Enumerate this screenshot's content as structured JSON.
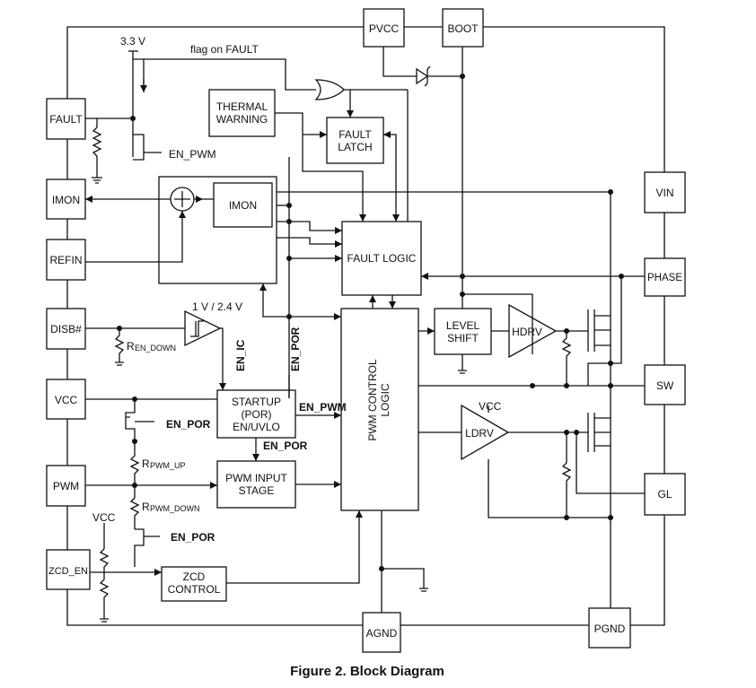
{
  "caption": "Figure 2. Block Diagram",
  "pins": {
    "pvcc": "PVCC",
    "boot": "BOOT",
    "fault": "FAULT",
    "imon": "IMON",
    "refin": "REFIN",
    "disb": "DISB#",
    "vcc": "VCC",
    "pwm": "PWM",
    "zcd_en": "ZCD_EN",
    "agnd": "AGND",
    "pgnd": "PGND",
    "vin": "VIN",
    "phase": "PHASE",
    "sw": "SW",
    "gl": "GL"
  },
  "blocks": {
    "thermal_line1": "THERMAL",
    "thermal_line2": "WARNING",
    "fault_latch_line1": "FAULT",
    "fault_latch_line2": "LATCH",
    "imon_amp": "IMON",
    "fault_logic": "FAULT LOGIC",
    "pwm_control_line1": "PWM CONTROL",
    "pwm_control_line2": "LOGIC",
    "level_shift_line1": "LEVEL",
    "level_shift_line2": "SHIFT",
    "hdrv": "HDRV",
    "ldrv": "LDRV",
    "startup_line1": "STARTUP",
    "startup_line2": "(POR)",
    "startup_line3": "EN/UVLO",
    "pwm_input_line1": "PWM INPUT",
    "pwm_input_line2": "STAGE",
    "zcd_line1": "ZCD",
    "zcd_line2": "CONTROL"
  },
  "labels": {
    "v33": "3.3 V",
    "flag_on_fault": "flag on FAULT",
    "en_pwm_gate": "EN_PWM",
    "threshold": "1 V / 2.4 V",
    "r_en_down_main": "R",
    "r_en_down_sub": "EN_DOWN",
    "en_ic": "EN_IC",
    "en_por_vertical": "EN_POR",
    "en_pwm_bus": "EN_PWM",
    "en_por_1": "EN_POR",
    "en_por_2": "EN_POR",
    "en_por_3": "EN_POR",
    "r_pwm_up_main": "R",
    "r_pwm_up_sub": "PWM_UP",
    "r_pwm_down_main": "R",
    "r_pwm_down_sub": "PWM_DOWN",
    "vcc_ldrv": "VCC",
    "vcc_zcd": "VCC"
  }
}
